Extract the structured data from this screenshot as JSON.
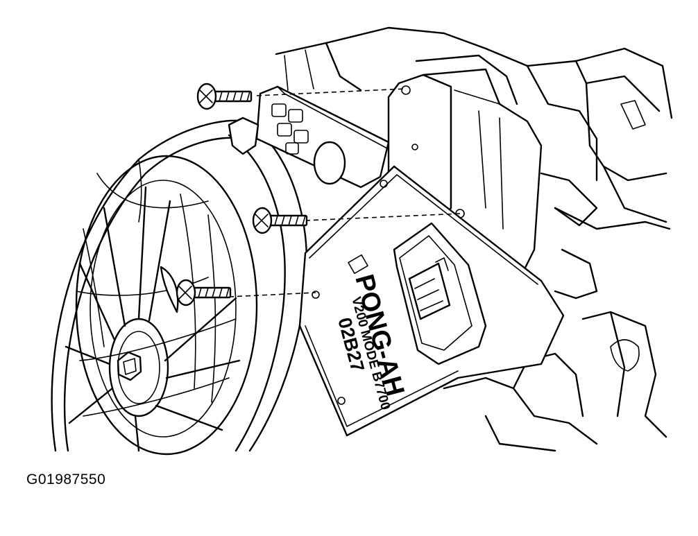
{
  "figure": {
    "id_label": "G01987550",
    "module_label": {
      "brand": "PONG-AH",
      "model": "V200 MODE B7700",
      "code": "02B27"
    }
  },
  "icons": {
    "screws": [
      "screw-icon",
      "screw-icon",
      "screw-icon"
    ],
    "fan": "cooling-fan-icon",
    "module": "control-module-icon",
    "connector": "electrical-connector-icon"
  }
}
